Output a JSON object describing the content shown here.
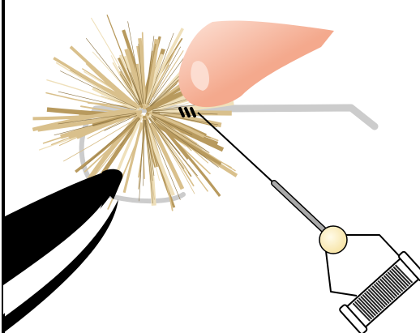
{
  "illustration": {
    "subject": "fly-tying-deer-hair-spinning",
    "colors": {
      "background": "#ffffff",
      "hair": "#d9c08c",
      "hair_dark": "#b89a5e",
      "hair_light": "#efe0bb",
      "finger": "#f4a98d",
      "finger_light": "#fde3d8",
      "hook": "#cccccc",
      "vise_jaw": "#000000",
      "vise_jaw_highlight": "#ffffff",
      "thread": "#000000",
      "bobbin_tube": "#aaaaaa",
      "bobbin_knob": "#f7e4a7",
      "spool": "#222222",
      "frame_line": "#000000"
    },
    "components": [
      "vise-jaws",
      "hook",
      "deer-hair-bundle",
      "fingertip",
      "tying-thread",
      "bobbin-holder",
      "thread-spool"
    ]
  }
}
